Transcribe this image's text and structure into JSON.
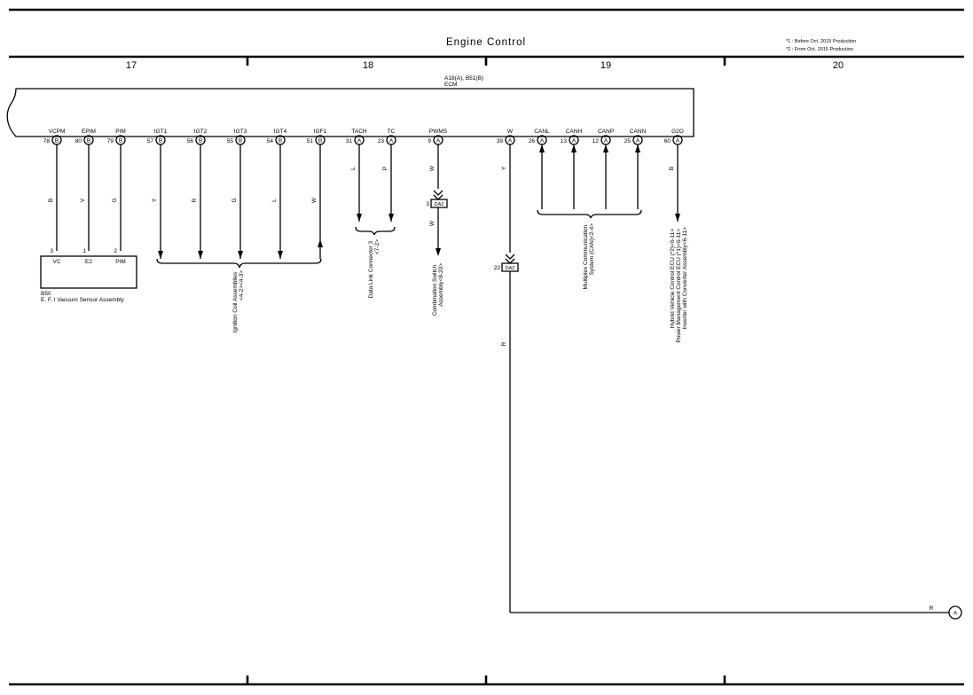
{
  "page": {
    "title": "Engine Control",
    "notes": [
      "*1 : Before Oct. 2015 Production",
      "*2 : From Oct. 2015 Production"
    ],
    "columns": [
      "17",
      "18",
      "19",
      "20"
    ]
  },
  "ecm": {
    "code": "A18(A), B51(B)",
    "name": "ECM",
    "pins": [
      {
        "name": "VCPM",
        "num": "78",
        "conn": "B",
        "wire": "B"
      },
      {
        "name": "EPIM",
        "num": "80",
        "conn": "B",
        "wire": "V"
      },
      {
        "name": "PIM",
        "num": "79",
        "conn": "B",
        "wire": "G"
      },
      {
        "name": "IGT1",
        "num": "57",
        "conn": "B",
        "wire": "Y"
      },
      {
        "name": "IGT2",
        "num": "56",
        "conn": "B",
        "wire": "R"
      },
      {
        "name": "IGT3",
        "num": "55",
        "conn": "B",
        "wire": "G"
      },
      {
        "name": "IGT4",
        "num": "54",
        "conn": "B",
        "wire": "L"
      },
      {
        "name": "IGF1",
        "num": "51",
        "conn": "B",
        "wire": "W"
      },
      {
        "name": "TACH",
        "num": "31",
        "conn": "A",
        "wire": "L"
      },
      {
        "name": "TC",
        "num": "23",
        "conn": "A",
        "wire": "P"
      },
      {
        "name": "PWMS",
        "num": "9",
        "conn": "A",
        "wire": "W"
      },
      {
        "name": "W",
        "num": "39",
        "conn": "A",
        "wire": "Y"
      },
      {
        "name": "CANL",
        "num": "26",
        "conn": "A",
        "wire": ""
      },
      {
        "name": "CANH",
        "num": "13",
        "conn": "A",
        "wire": ""
      },
      {
        "name": "CANP",
        "num": "12",
        "conn": "A",
        "wire": ""
      },
      {
        "name": "CANN",
        "num": "25",
        "conn": "A",
        "wire": ""
      },
      {
        "name": "G2O",
        "num": "60",
        "conn": "A",
        "wire": "B"
      }
    ]
  },
  "sensor": {
    "code": "B50",
    "name": "E. F. I Vacuum Sensor Assembly",
    "pins": [
      {
        "num": "3",
        "name": "VC"
      },
      {
        "num": "1",
        "name": "E2"
      },
      {
        "num": "2",
        "name": "PIM"
      }
    ]
  },
  "splices": {
    "da2_upper": {
      "pin": "3",
      "label": "DA2",
      "wire_below": "W"
    },
    "da2_lower": {
      "pin": "22",
      "label": "DA2",
      "wire_below": "R"
    }
  },
  "destinations": {
    "ignition": [
      "Ignition Coil Assemblies",
      "<4-2><4-3>"
    ],
    "dlc": [
      "Data Link Connector 3",
      "<7-2>"
    ],
    "combination": [
      "Combination Switch",
      "Assembly<8-20>"
    ],
    "multiplex": [
      "Multiplex Communication",
      "System (CAN)<2-4>"
    ],
    "hybrid": [
      "Hybrid Vehicle Control ECU (*2)<6-11>",
      "Power Management Control ECU (*1)<6-11>",
      "Inverter with Converter Assembly<6-11>"
    ]
  },
  "offpage": {
    "wire": "R",
    "ref": "A"
  }
}
